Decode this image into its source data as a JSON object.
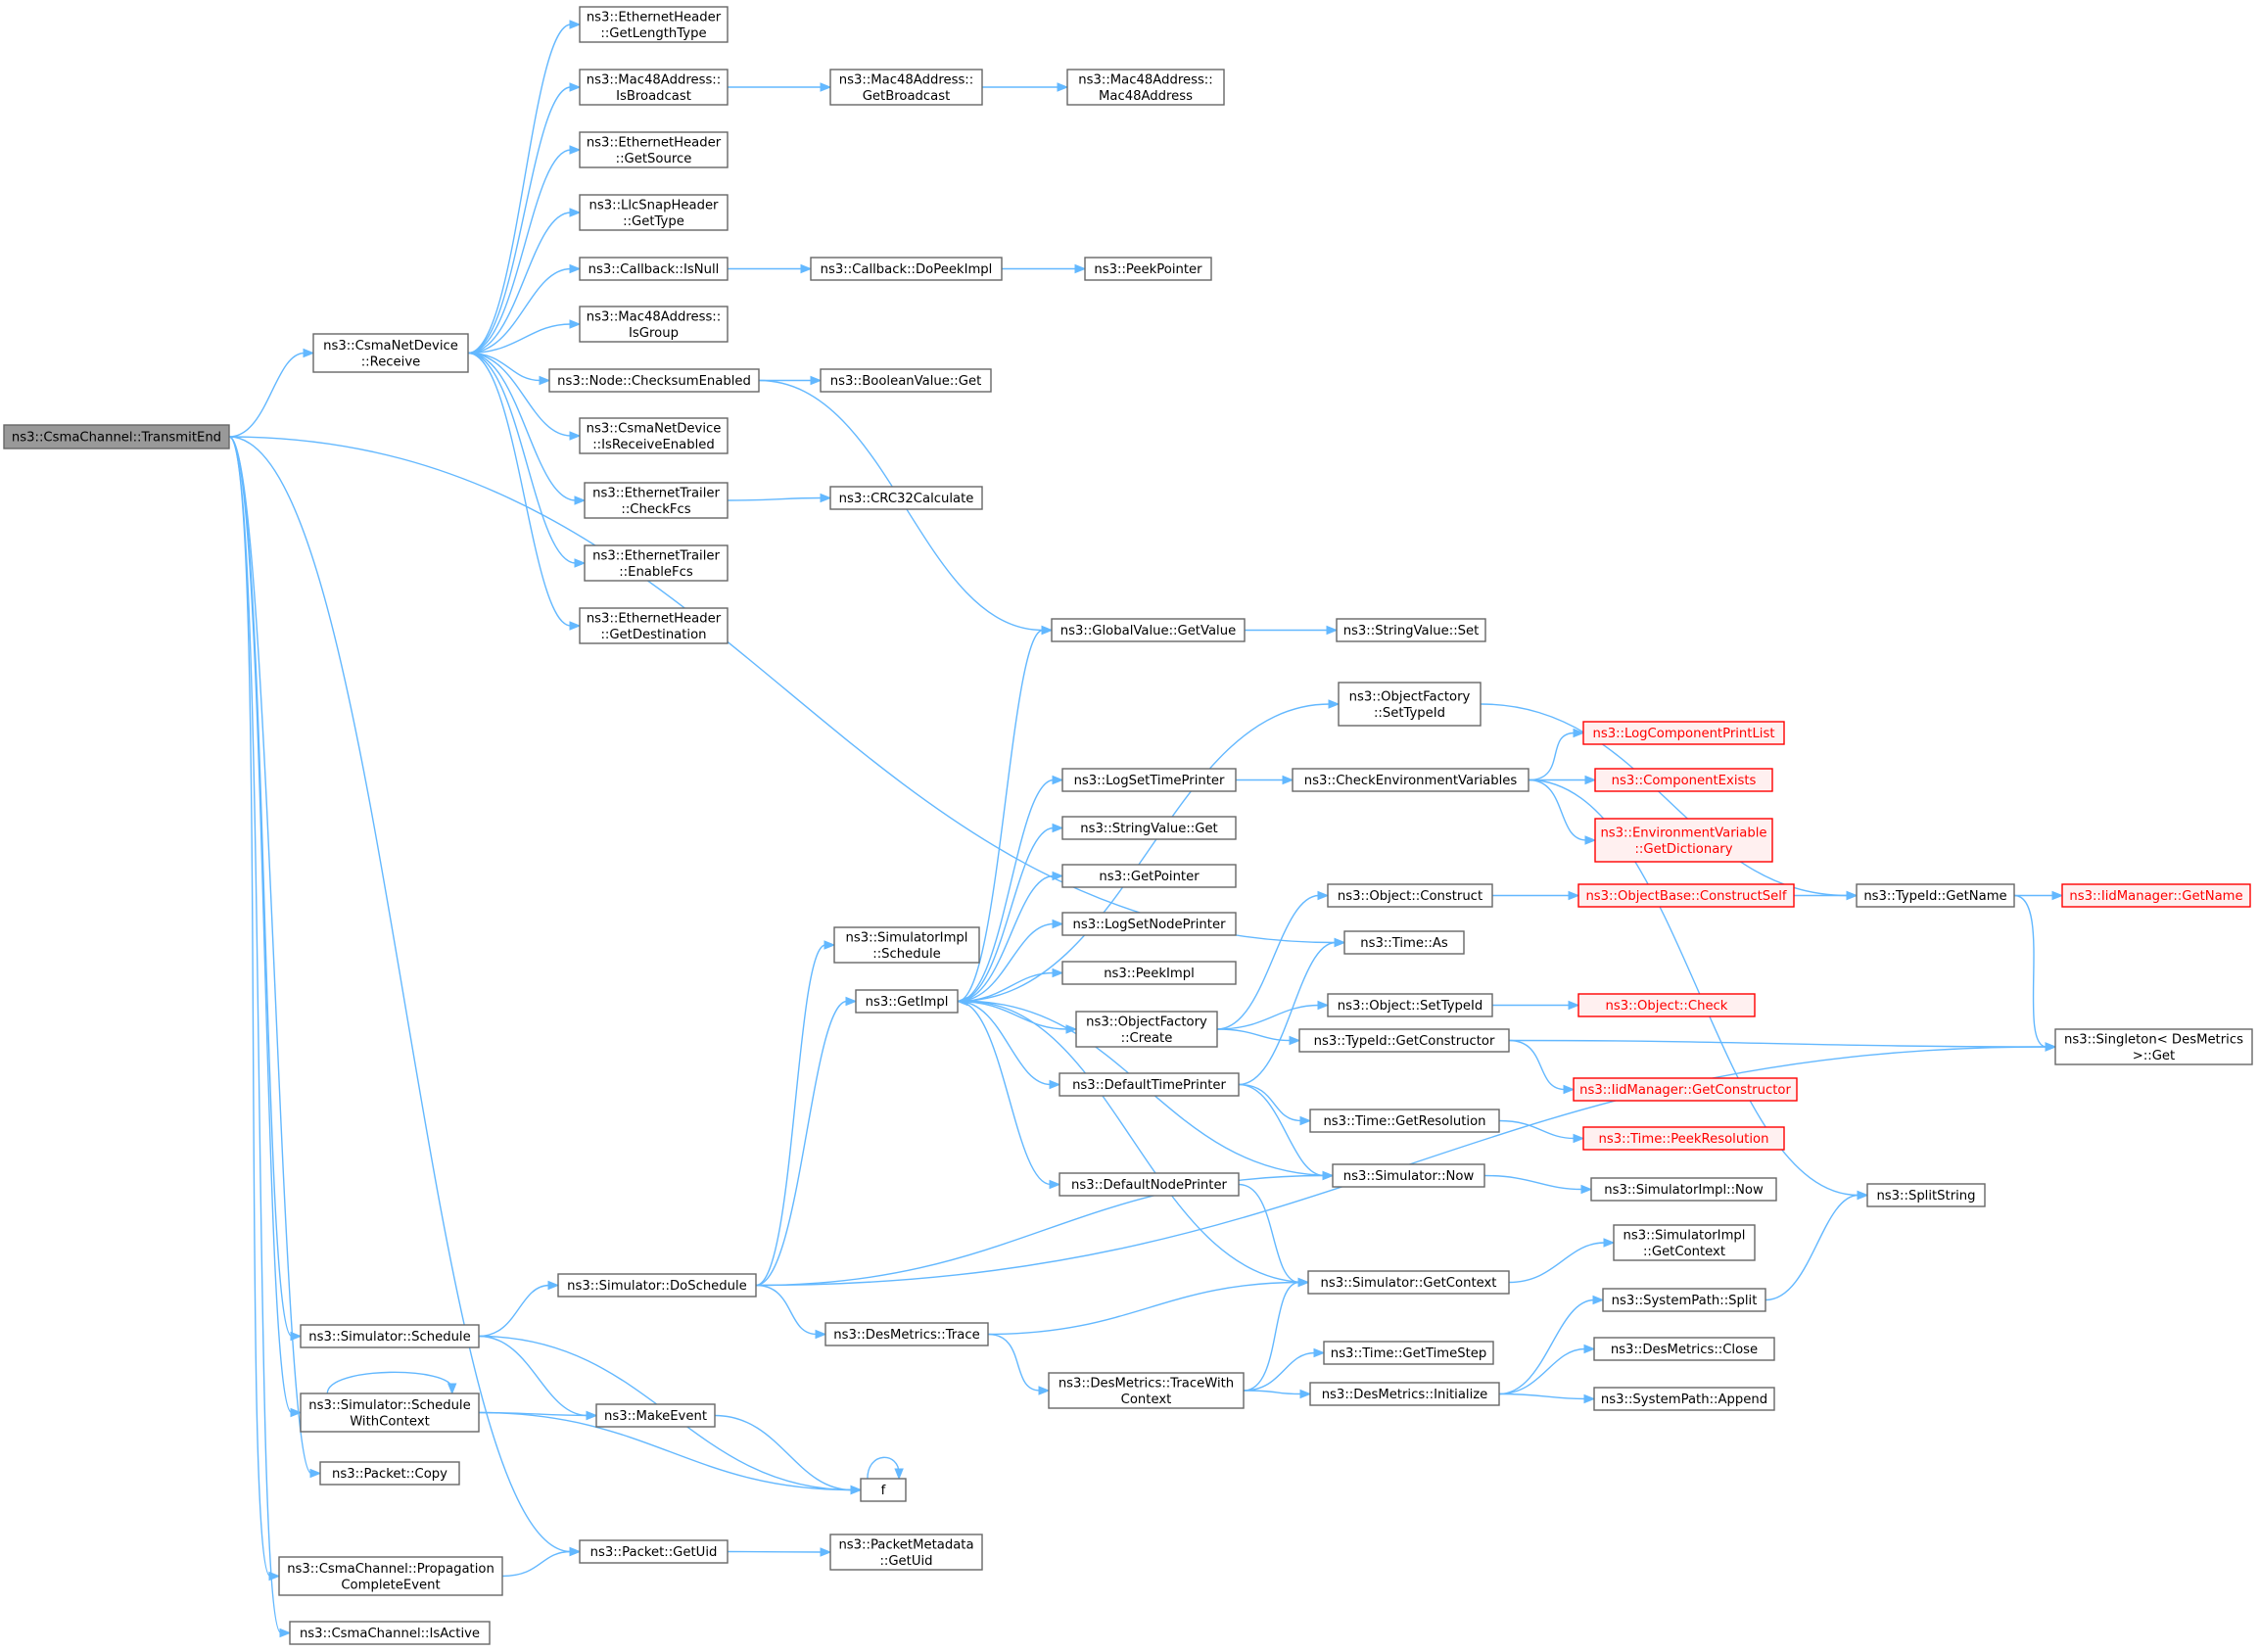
{
  "colors": {
    "edge": "#63b8ff",
    "border": "#666666",
    "root_fill": "#999999",
    "truncated": "#ff0000",
    "truncated_fill": "#fff0f0"
  },
  "nodes": {
    "transmit_end": {
      "lines": [
        "ns3::CsmaChannel::TransmitEnd"
      ],
      "root": true
    },
    "csma_receive": {
      "lines": [
        "ns3::CsmaNetDevice",
        "::Receive"
      ]
    },
    "eth_get_length_type": {
      "lines": [
        "ns3::EthernetHeader",
        "::GetLengthType"
      ]
    },
    "mac_is_broadcast": {
      "lines": [
        "ns3::Mac48Address::",
        "IsBroadcast"
      ]
    },
    "mac_get_broadcast": {
      "lines": [
        "ns3::Mac48Address::",
        "GetBroadcast"
      ]
    },
    "mac_ctor": {
      "lines": [
        "ns3::Mac48Address::",
        "Mac48Address"
      ]
    },
    "eth_get_source": {
      "lines": [
        "ns3::EthernetHeader",
        "::GetSource"
      ]
    },
    "llc_get_type": {
      "lines": [
        "ns3::LlcSnapHeader",
        "::GetType"
      ]
    },
    "cb_is_null": {
      "lines": [
        "ns3::Callback::IsNull"
      ]
    },
    "cb_do_peek_impl": {
      "lines": [
        "ns3::Callback::DoPeekImpl"
      ]
    },
    "peek_pointer": {
      "lines": [
        "ns3::PeekPointer"
      ]
    },
    "mac_is_group": {
      "lines": [
        "ns3::Mac48Address::",
        "IsGroup"
      ]
    },
    "node_checksum": {
      "lines": [
        "ns3::Node::ChecksumEnabled"
      ]
    },
    "bool_get": {
      "lines": [
        "ns3::BooleanValue::Get"
      ]
    },
    "csma_is_rx_enabled": {
      "lines": [
        "ns3::CsmaNetDevice",
        "::IsReceiveEnabled"
      ]
    },
    "eth_check_fcs": {
      "lines": [
        "ns3::EthernetTrailer",
        "::CheckFcs"
      ]
    },
    "crc32": {
      "lines": [
        "ns3::CRC32Calculate"
      ]
    },
    "eth_enable_fcs": {
      "lines": [
        "ns3::EthernetTrailer",
        "::EnableFcs"
      ]
    },
    "eth_get_dest": {
      "lines": [
        "ns3::EthernetHeader",
        "::GetDestination"
      ]
    },
    "global_get_value": {
      "lines": [
        "ns3::GlobalValue::GetValue"
      ]
    },
    "string_set": {
      "lines": [
        "ns3::StringValue::Set"
      ]
    },
    "of_set_type_id": {
      "lines": [
        "ns3::ObjectFactory",
        "::SetTypeId"
      ]
    },
    "log_comp_print_list": {
      "lines": [
        "ns3::LogComponentPrintList"
      ],
      "truncated": true
    },
    "log_set_time_printer": {
      "lines": [
        "ns3::LogSetTimePrinter"
      ]
    },
    "check_env_vars": {
      "lines": [
        "ns3::CheckEnvironmentVariables"
      ]
    },
    "component_exists": {
      "lines": [
        "ns3::ComponentExists"
      ],
      "truncated": true
    },
    "string_get": {
      "lines": [
        "ns3::StringValue::Get"
      ]
    },
    "env_get_dict": {
      "lines": [
        "ns3::EnvironmentVariable",
        "::GetDictionary"
      ],
      "truncated": true
    },
    "get_pointer": {
      "lines": [
        "ns3::GetPointer"
      ]
    },
    "object_construct": {
      "lines": [
        "ns3::Object::Construct"
      ]
    },
    "objbase_construct_self": {
      "lines": [
        "ns3::ObjectBase::ConstructSelf"
      ],
      "truncated": true
    },
    "typeid_get_name": {
      "lines": [
        "ns3::TypeId::GetName"
      ]
    },
    "iid_get_name": {
      "lines": [
        "ns3::IidManager::GetName"
      ],
      "truncated": true
    },
    "simimpl_schedule": {
      "lines": [
        "ns3::SimulatorImpl",
        "::Schedule"
      ]
    },
    "log_set_node_printer": {
      "lines": [
        "ns3::LogSetNodePrinter"
      ]
    },
    "time_as": {
      "lines": [
        "ns3::Time::As"
      ]
    },
    "peek_impl": {
      "lines": [
        "ns3::PeekImpl"
      ]
    },
    "get_impl": {
      "lines": [
        "ns3::GetImpl"
      ]
    },
    "of_create": {
      "lines": [
        "ns3::ObjectFactory",
        "::Create"
      ]
    },
    "object_set_type_id": {
      "lines": [
        "ns3::Object::SetTypeId"
      ]
    },
    "object_check": {
      "lines": [
        "ns3::Object::Check"
      ],
      "truncated": true
    },
    "typeid_get_ctor": {
      "lines": [
        "ns3::TypeId::GetConstructor"
      ]
    },
    "singleton_get": {
      "lines": [
        "ns3::Singleton< DesMetrics",
        " >::Get"
      ]
    },
    "default_time_printer": {
      "lines": [
        "ns3::DefaultTimePrinter"
      ]
    },
    "iid_get_ctor": {
      "lines": [
        "ns3::IidManager::GetConstructor"
      ],
      "truncated": true
    },
    "time_get_resolution": {
      "lines": [
        "ns3::Time::GetResolution"
      ]
    },
    "time_peek_resolution": {
      "lines": [
        "ns3::Time::PeekResolution"
      ],
      "truncated": true
    },
    "default_node_printer": {
      "lines": [
        "ns3::DefaultNodePrinter"
      ]
    },
    "sim_now": {
      "lines": [
        "ns3::Simulator::Now"
      ]
    },
    "simimpl_now": {
      "lines": [
        "ns3::SimulatorImpl::Now"
      ]
    },
    "split_string": {
      "lines": [
        "ns3::SplitString"
      ]
    },
    "simimpl_get_context": {
      "lines": [
        "ns3::SimulatorImpl",
        "::GetContext"
      ]
    },
    "sim_do_schedule": {
      "lines": [
        "ns3::Simulator::DoSchedule"
      ]
    },
    "sim_get_context": {
      "lines": [
        "ns3::Simulator::GetContext"
      ]
    },
    "syspath_split": {
      "lines": [
        "ns3::SystemPath::Split"
      ]
    },
    "sim_schedule": {
      "lines": [
        "ns3::Simulator::Schedule"
      ]
    },
    "desm_trace": {
      "lines": [
        "ns3::DesMetrics::Trace"
      ]
    },
    "time_get_timestep": {
      "lines": [
        "ns3::Time::GetTimeStep"
      ]
    },
    "desm_close": {
      "lines": [
        "ns3::DesMetrics::Close"
      ]
    },
    "desm_trace_with_ctx": {
      "lines": [
        "ns3::DesMetrics::TraceWith",
        "Context"
      ]
    },
    "desm_initialize": {
      "lines": [
        "ns3::DesMetrics::Initialize"
      ]
    },
    "syspath_append": {
      "lines": [
        "ns3::SystemPath::Append"
      ]
    },
    "sim_schedule_with_ctx": {
      "lines": [
        "ns3::Simulator::Schedule",
        "WithContext"
      ]
    },
    "make_event": {
      "lines": [
        "ns3::MakeEvent"
      ]
    },
    "packet_copy": {
      "lines": [
        "ns3::Packet::Copy"
      ]
    },
    "f": {
      "lines": [
        "f"
      ]
    },
    "packet_get_uid": {
      "lines": [
        "ns3::Packet::GetUid"
      ]
    },
    "pmeta_get_uid": {
      "lines": [
        "ns3::PacketMetadata",
        "::GetUid"
      ]
    },
    "csma_prop_complete": {
      "lines": [
        "ns3::CsmaChannel::Propagation",
        "CompleteEvent"
      ]
    },
    "csma_is_active": {
      "lines": [
        "ns3::CsmaChannel::IsActive"
      ]
    }
  },
  "edges": [
    [
      "transmit_end",
      "csma_receive"
    ],
    [
      "transmit_end",
      "time_as"
    ],
    [
      "transmit_end",
      "sim_schedule"
    ],
    [
      "transmit_end",
      "sim_schedule_with_ctx"
    ],
    [
      "transmit_end",
      "packet_copy"
    ],
    [
      "transmit_end",
      "packet_get_uid"
    ],
    [
      "transmit_end",
      "csma_prop_complete"
    ],
    [
      "transmit_end",
      "csma_is_active"
    ],
    [
      "csma_receive",
      "eth_get_length_type"
    ],
    [
      "csma_receive",
      "mac_is_broadcast"
    ],
    [
      "csma_receive",
      "eth_get_source"
    ],
    [
      "csma_receive",
      "llc_get_type"
    ],
    [
      "csma_receive",
      "cb_is_null"
    ],
    [
      "csma_receive",
      "mac_is_group"
    ],
    [
      "csma_receive",
      "node_checksum"
    ],
    [
      "csma_receive",
      "csma_is_rx_enabled"
    ],
    [
      "csma_receive",
      "eth_check_fcs"
    ],
    [
      "csma_receive",
      "eth_enable_fcs"
    ],
    [
      "csma_receive",
      "eth_get_dest"
    ],
    [
      "mac_is_broadcast",
      "mac_get_broadcast"
    ],
    [
      "mac_get_broadcast",
      "mac_ctor"
    ],
    [
      "cb_is_null",
      "cb_do_peek_impl"
    ],
    [
      "cb_do_peek_impl",
      "peek_pointer"
    ],
    [
      "node_checksum",
      "bool_get"
    ],
    [
      "node_checksum",
      "global_get_value"
    ],
    [
      "eth_check_fcs",
      "crc32"
    ],
    [
      "global_get_value",
      "string_set"
    ],
    [
      "of_set_type_id",
      "typeid_get_name"
    ],
    [
      "log_set_time_printer",
      "check_env_vars"
    ],
    [
      "check_env_vars",
      "log_comp_print_list"
    ],
    [
      "check_env_vars",
      "component_exists"
    ],
    [
      "check_env_vars",
      "env_get_dict"
    ],
    [
      "check_env_vars",
      "split_string"
    ],
    [
      "object_construct",
      "objbase_construct_self"
    ],
    [
      "objbase_construct_self",
      "typeid_get_name"
    ],
    [
      "typeid_get_name",
      "iid_get_name"
    ],
    [
      "typeid_get_name",
      "singleton_get"
    ],
    [
      "get_impl",
      "global_get_value"
    ],
    [
      "get_impl",
      "of_set_type_id"
    ],
    [
      "get_impl",
      "log_set_time_printer"
    ],
    [
      "get_impl",
      "string_get"
    ],
    [
      "get_impl",
      "get_pointer"
    ],
    [
      "get_impl",
      "log_set_node_printer"
    ],
    [
      "get_impl",
      "peek_impl"
    ],
    [
      "get_impl",
      "of_create"
    ],
    [
      "get_impl",
      "default_time_printer"
    ],
    [
      "get_impl",
      "default_node_printer"
    ],
    [
      "of_create",
      "object_construct"
    ],
    [
      "of_create",
      "object_set_type_id"
    ],
    [
      "of_create",
      "typeid_get_ctor"
    ],
    [
      "object_set_type_id",
      "object_check"
    ],
    [
      "typeid_get_ctor",
      "singleton_get"
    ],
    [
      "typeid_get_ctor",
      "iid_get_ctor"
    ],
    [
      "default_time_printer",
      "time_as"
    ],
    [
      "default_time_printer",
      "time_get_resolution"
    ],
    [
      "default_time_printer",
      "sim_now"
    ],
    [
      "time_get_resolution",
      "time_peek_resolution"
    ],
    [
      "default_node_printer",
      "sim_get_context"
    ],
    [
      "sim_now",
      "get_impl"
    ],
    [
      "sim_now",
      "simimpl_now"
    ],
    [
      "sim_get_context",
      "get_impl"
    ],
    [
      "sim_get_context",
      "simimpl_get_context"
    ],
    [
      "sim_do_schedule",
      "simimpl_schedule"
    ],
    [
      "sim_do_schedule",
      "get_impl"
    ],
    [
      "sim_do_schedule",
      "sim_now"
    ],
    [
      "sim_do_schedule",
      "desm_trace"
    ],
    [
      "sim_do_schedule",
      "singleton_get"
    ],
    [
      "desm_trace",
      "sim_get_context"
    ],
    [
      "desm_trace",
      "desm_trace_with_ctx"
    ],
    [
      "desm_trace_with_ctx",
      "sim_get_context"
    ],
    [
      "desm_trace_with_ctx",
      "time_get_timestep"
    ],
    [
      "desm_trace_with_ctx",
      "desm_initialize"
    ],
    [
      "desm_initialize",
      "syspath_split"
    ],
    [
      "desm_initialize",
      "desm_close"
    ],
    [
      "desm_initialize",
      "syspath_append"
    ],
    [
      "syspath_split",
      "split_string"
    ],
    [
      "sim_schedule",
      "sim_do_schedule"
    ],
    [
      "sim_schedule",
      "make_event"
    ],
    [
      "sim_schedule",
      "f"
    ],
    [
      "sim_schedule_with_ctx",
      "sim_schedule_with_ctx"
    ],
    [
      "sim_schedule_with_ctx",
      "make_event"
    ],
    [
      "sim_schedule_with_ctx",
      "f"
    ],
    [
      "make_event",
      "f"
    ],
    [
      "f",
      "f"
    ],
    [
      "packet_get_uid",
      "pmeta_get_uid"
    ],
    [
      "csma_prop_complete",
      "packet_get_uid"
    ]
  ]
}
